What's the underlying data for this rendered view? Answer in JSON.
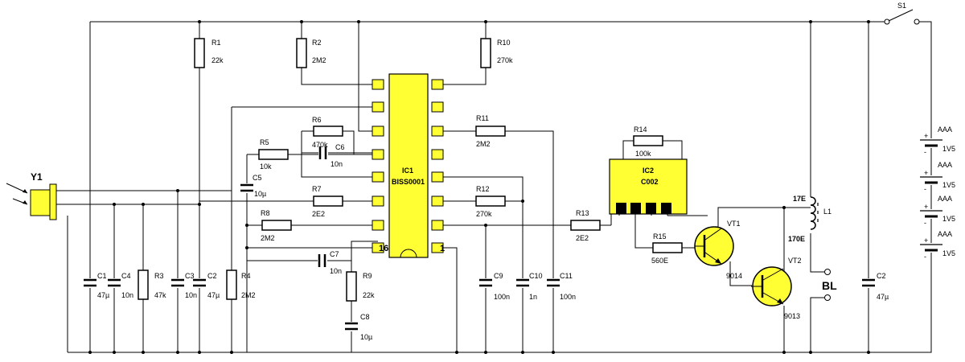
{
  "labels": {
    "Y1": "Y1",
    "S1": "S1",
    "BL": "BL",
    "L1": "L1",
    "T17E": "17E",
    "T170E": "170E",
    "IC1": "IC1",
    "IC1P": "BISS0001",
    "IC2": "IC2",
    "IC2P": "C002",
    "PIN16": "16",
    "PIN1": "1",
    "R1": "R1",
    "R1v": "22k",
    "R2": "R2",
    "R2v": "2M2",
    "R3": "R3",
    "R3v": "47k",
    "R4": "R4",
    "R4v": "2M2",
    "R5": "R5",
    "R5v": "10k",
    "R6": "R6",
    "R6v": "470k",
    "R7": "R7",
    "R7v": "2E2",
    "R8": "R8",
    "R8v": "2M2",
    "R9": "R9",
    "R9v": "22k",
    "R10": "R10",
    "R10v": "270k",
    "R11": "R11",
    "R11v": "2M2",
    "R12": "R12",
    "R12v": "270k",
    "R13": "R13",
    "R13v": "2E2",
    "R14": "R14",
    "R14v": "100k",
    "R15": "R15",
    "R15v": "560E",
    "C1": "C1",
    "C1v": "47µ",
    "C2": "C2",
    "C2v": "47µ",
    "C2b": "C2",
    "C2bv": "47µ",
    "C3": "C3",
    "C3v": "10n",
    "C4": "C4",
    "C4v": "10n",
    "C5": "C5",
    "C5v": "10µ",
    "C6": "C6",
    "C6v": "10n",
    "C7": "C7",
    "C7v": "10n",
    "C8": "C8",
    "C8v": "10µ",
    "C9": "C9",
    "C9v": "100n",
    "C10": "C10",
    "C10v": "1n",
    "C11": "C11",
    "C11v": "100n",
    "VT1": "VT1",
    "VT1v": "9014",
    "VT2": "VT2",
    "VT2v": "9013",
    "AAA1": "AAA",
    "V1": "1V5",
    "AAA2": "AAA",
    "V2": "1V5",
    "AAA3": "AAA",
    "V3": "1V5",
    "AAA4": "AAA",
    "V4": "1V5"
  }
}
